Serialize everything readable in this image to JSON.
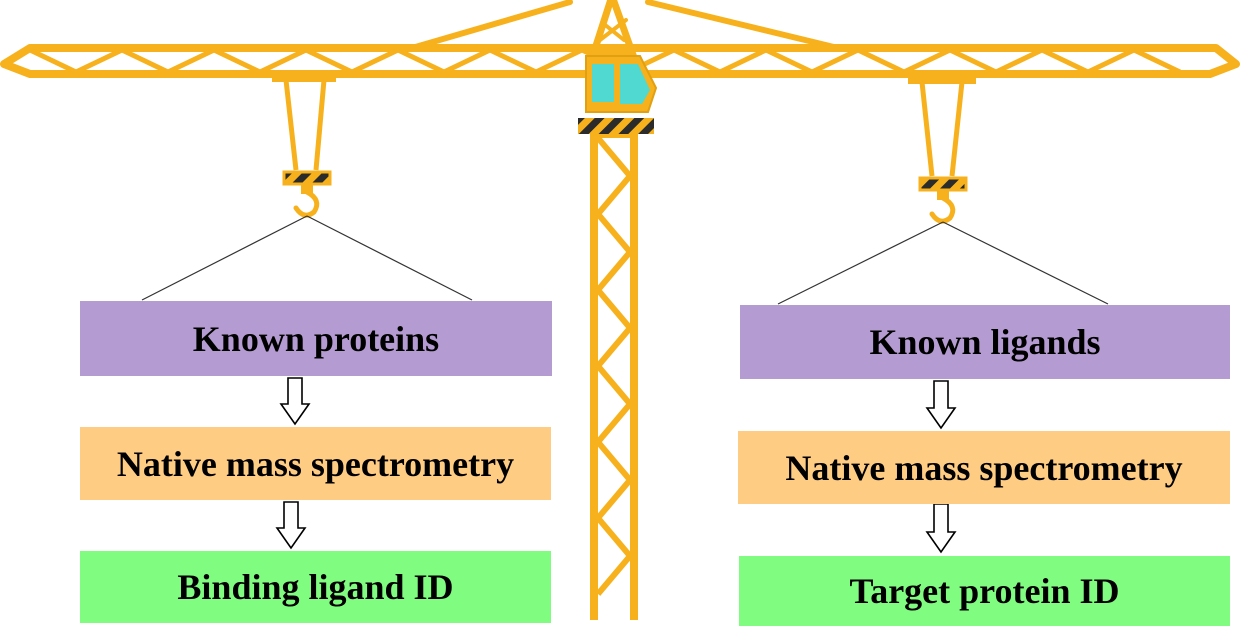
{
  "colors": {
    "crane": "#f7b11c",
    "cab_window": "#4fd9d0",
    "stripe_dark": "#2b2b2b",
    "purple_box": "#b49bd1",
    "orange_box": "#ffcc84",
    "green_box": "#80fc80"
  },
  "left_column": {
    "top": "Known proteins",
    "middle": "Native mass spectrometry",
    "bottom": "Binding ligand ID"
  },
  "right_column": {
    "top": "Known ligands",
    "middle": "Native mass spectrometry",
    "bottom": "Target protein ID"
  },
  "arrows": [
    "down-arrow",
    "down-arrow",
    "down-arrow",
    "down-arrow"
  ]
}
